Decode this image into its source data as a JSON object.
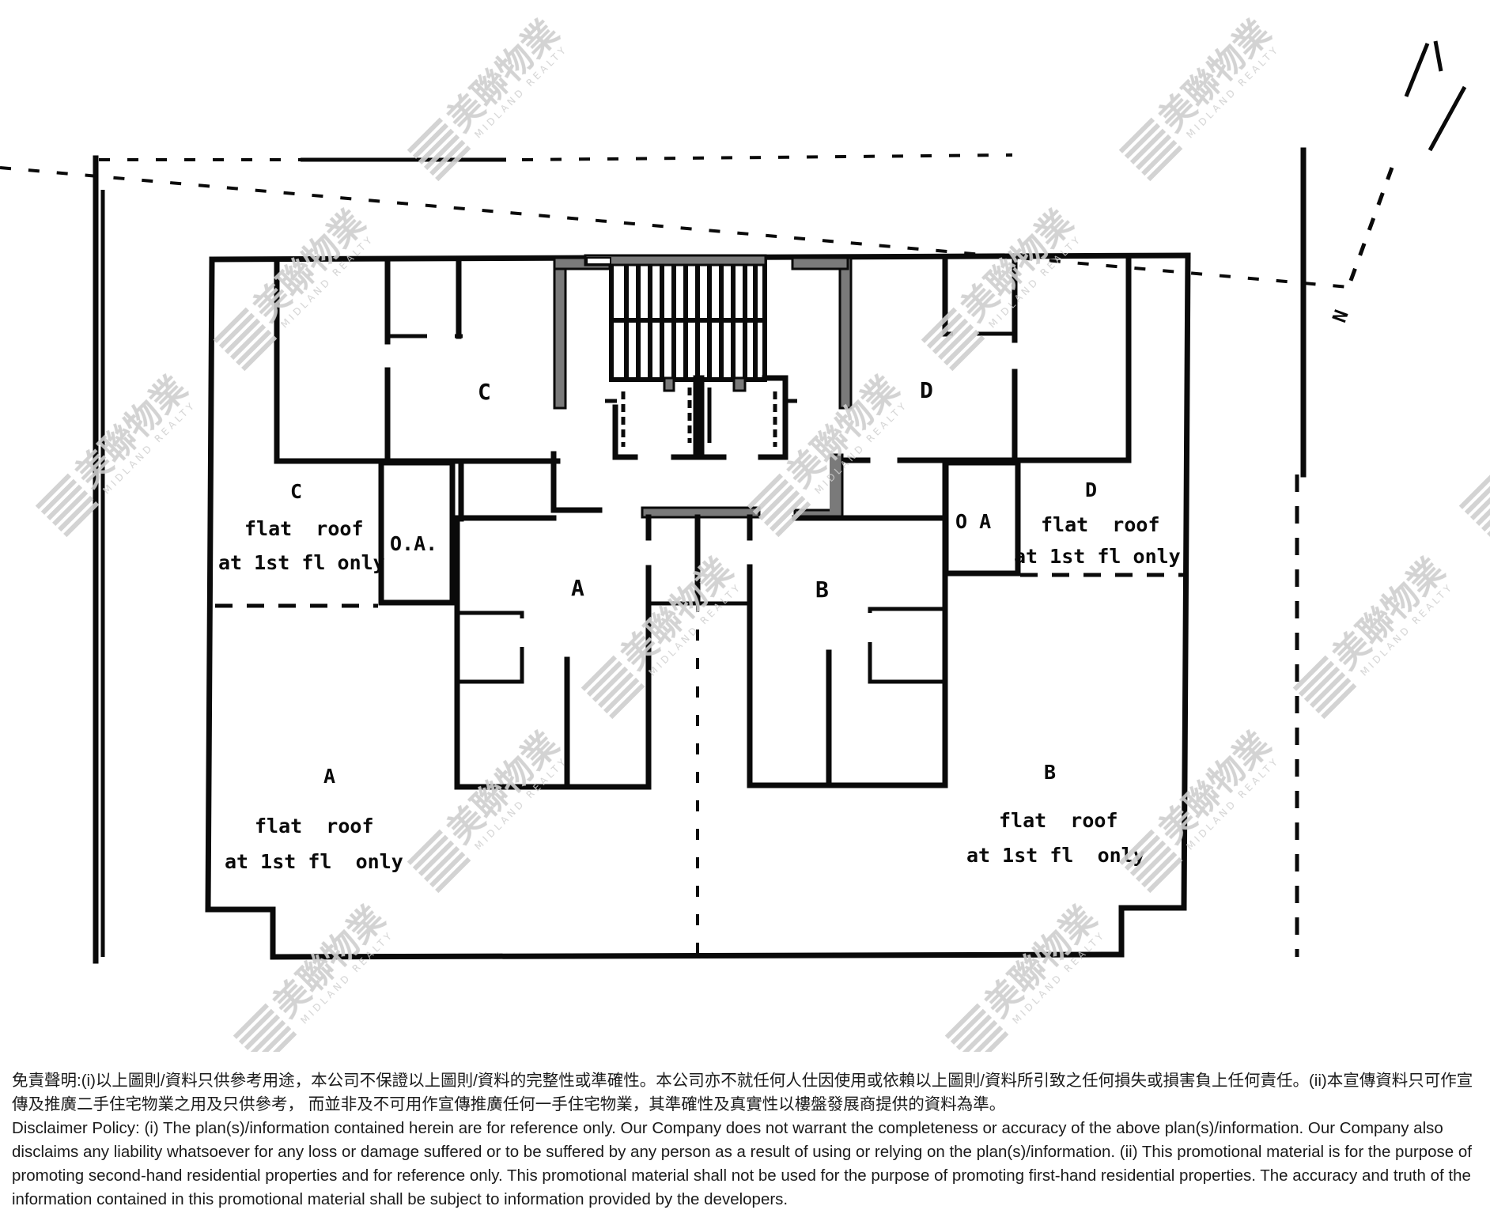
{
  "floor_plan": {
    "units": [
      {
        "id": "C",
        "label": "C"
      },
      {
        "id": "D",
        "label": "D"
      },
      {
        "id": "A",
        "label": "A"
      },
      {
        "id": "B",
        "label": "B"
      }
    ],
    "open_areas": [
      {
        "id": "oa-left",
        "label": "O.A."
      },
      {
        "id": "oa-right",
        "label": "O A"
      }
    ],
    "flat_roofs": [
      {
        "unit": "C",
        "unit_label": "C",
        "line1": "flat  roof",
        "line2": "at 1st fl only"
      },
      {
        "unit": "D",
        "unit_label": "D",
        "line1": "flat  roof",
        "line2": "at 1st fl only"
      },
      {
        "unit": "A",
        "unit_label": "A",
        "line1": "flat  roof",
        "line2": "at 1st fl  only"
      },
      {
        "unit": "B",
        "unit_label": "B",
        "line1": "flat  roof",
        "line2": "at 1st fl  only"
      }
    ],
    "north_label": "N",
    "colors": {
      "wall": "#0a0a0a",
      "shaded_wall": "#7a7a7a",
      "watermark": "#cfcfcf"
    }
  },
  "watermark": {
    "brand_cn": "美聯物業",
    "brand_en": "MIDLAND REALTY"
  },
  "disclaimer": {
    "zh": "免責聲明:(i)以上圖則/資料只供參考用途，本公司不保證以上圖則/資料的完整性或準確性。本公司亦不就任何人仕因使用或依賴以上圖則/資料所引致之任何損失或損害負上任何責任。(ii)本宣傳資料只可作宣傳及推廣二手住宅物業之用及只供參考， 而並非及不可用作宣傳推廣任何一手住宅物業，其準確性及真實性以樓盤發展商提供的資料為準。",
    "en": "Disclaimer Policy: (i) The plan(s)/information contained herein are for reference only. Our Company does not warrant the completeness or accuracy of the above plan(s)/information. Our Company also disclaims any liability whatsoever for any loss or damage suffered or to be suffered by any person as a result of using or relying on the plan(s)/information. (ii) This promotional material is for the purpose of promoting second-hand residential properties and for reference only. This promotional material shall not be used for the purpose of promoting first-hand residential properties. The accuracy and truth of the information contained in this promotional material shall be subject to information provided by the developers."
  }
}
